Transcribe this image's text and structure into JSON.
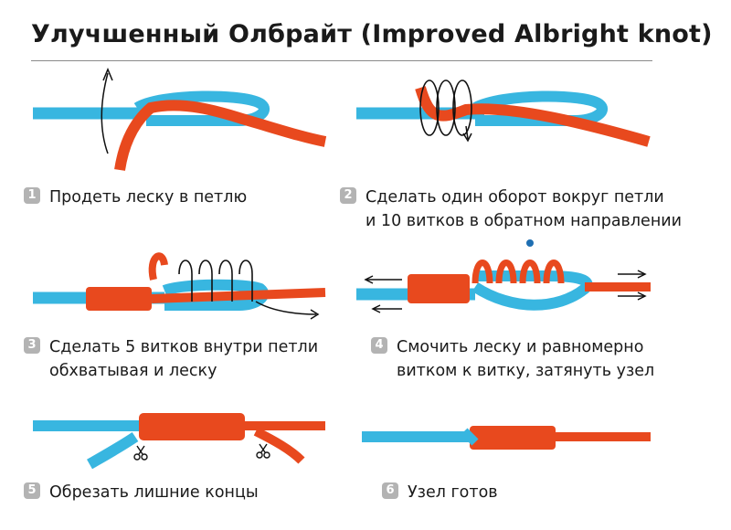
{
  "title": "Улучшенный Олбрайт (Improved Albright knot)",
  "colors": {
    "line_blue": "#38b6e0",
    "line_orange": "#e8491e",
    "badge": "#b3b3b3",
    "arrow": "#111111"
  },
  "steps": [
    {
      "number": "1",
      "lines": [
        "Продеть леску в петлю"
      ]
    },
    {
      "number": "2",
      "lines": [
        "Сделать один оборот вокруг петли",
        "и 10 витков в обратном направлении"
      ]
    },
    {
      "number": "3",
      "lines": [
        "Сделать 5 витков внутри петли",
        "обхватывая и леску"
      ]
    },
    {
      "number": "4",
      "lines": [
        "Смочить леску и равномерно",
        "витком к витку, затянуть узел"
      ]
    },
    {
      "number": "5",
      "lines": [
        "Обрезать лишние концы"
      ]
    },
    {
      "number": "6",
      "lines": [
        "Узел готов"
      ]
    }
  ]
}
